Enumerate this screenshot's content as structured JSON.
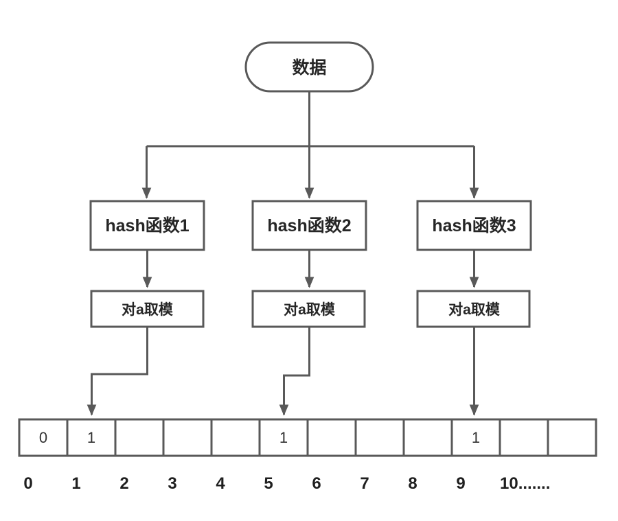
{
  "diagram": {
    "title": "bloom-filter-hash-mapping",
    "source_node": {
      "label": "数据"
    },
    "hash_nodes": [
      {
        "label": "hash函数1"
      },
      {
        "label": "hash函数2"
      },
      {
        "label": "hash函数3"
      }
    ],
    "mod_nodes": [
      {
        "label": "对a取模"
      },
      {
        "label": "对a取模"
      },
      {
        "label": "对a取模"
      }
    ],
    "bit_array": {
      "cells": [
        "0",
        "1",
        "",
        "",
        "",
        "1",
        "",
        "",
        "",
        "1",
        "",
        ""
      ],
      "index_labels": [
        "0",
        "1",
        "2",
        "3",
        "4",
        "5",
        "6",
        "7",
        "8",
        "9",
        "10......."
      ]
    },
    "colors": {
      "line": "#595959",
      "text": "#262626",
      "background": "#ffffff"
    }
  }
}
